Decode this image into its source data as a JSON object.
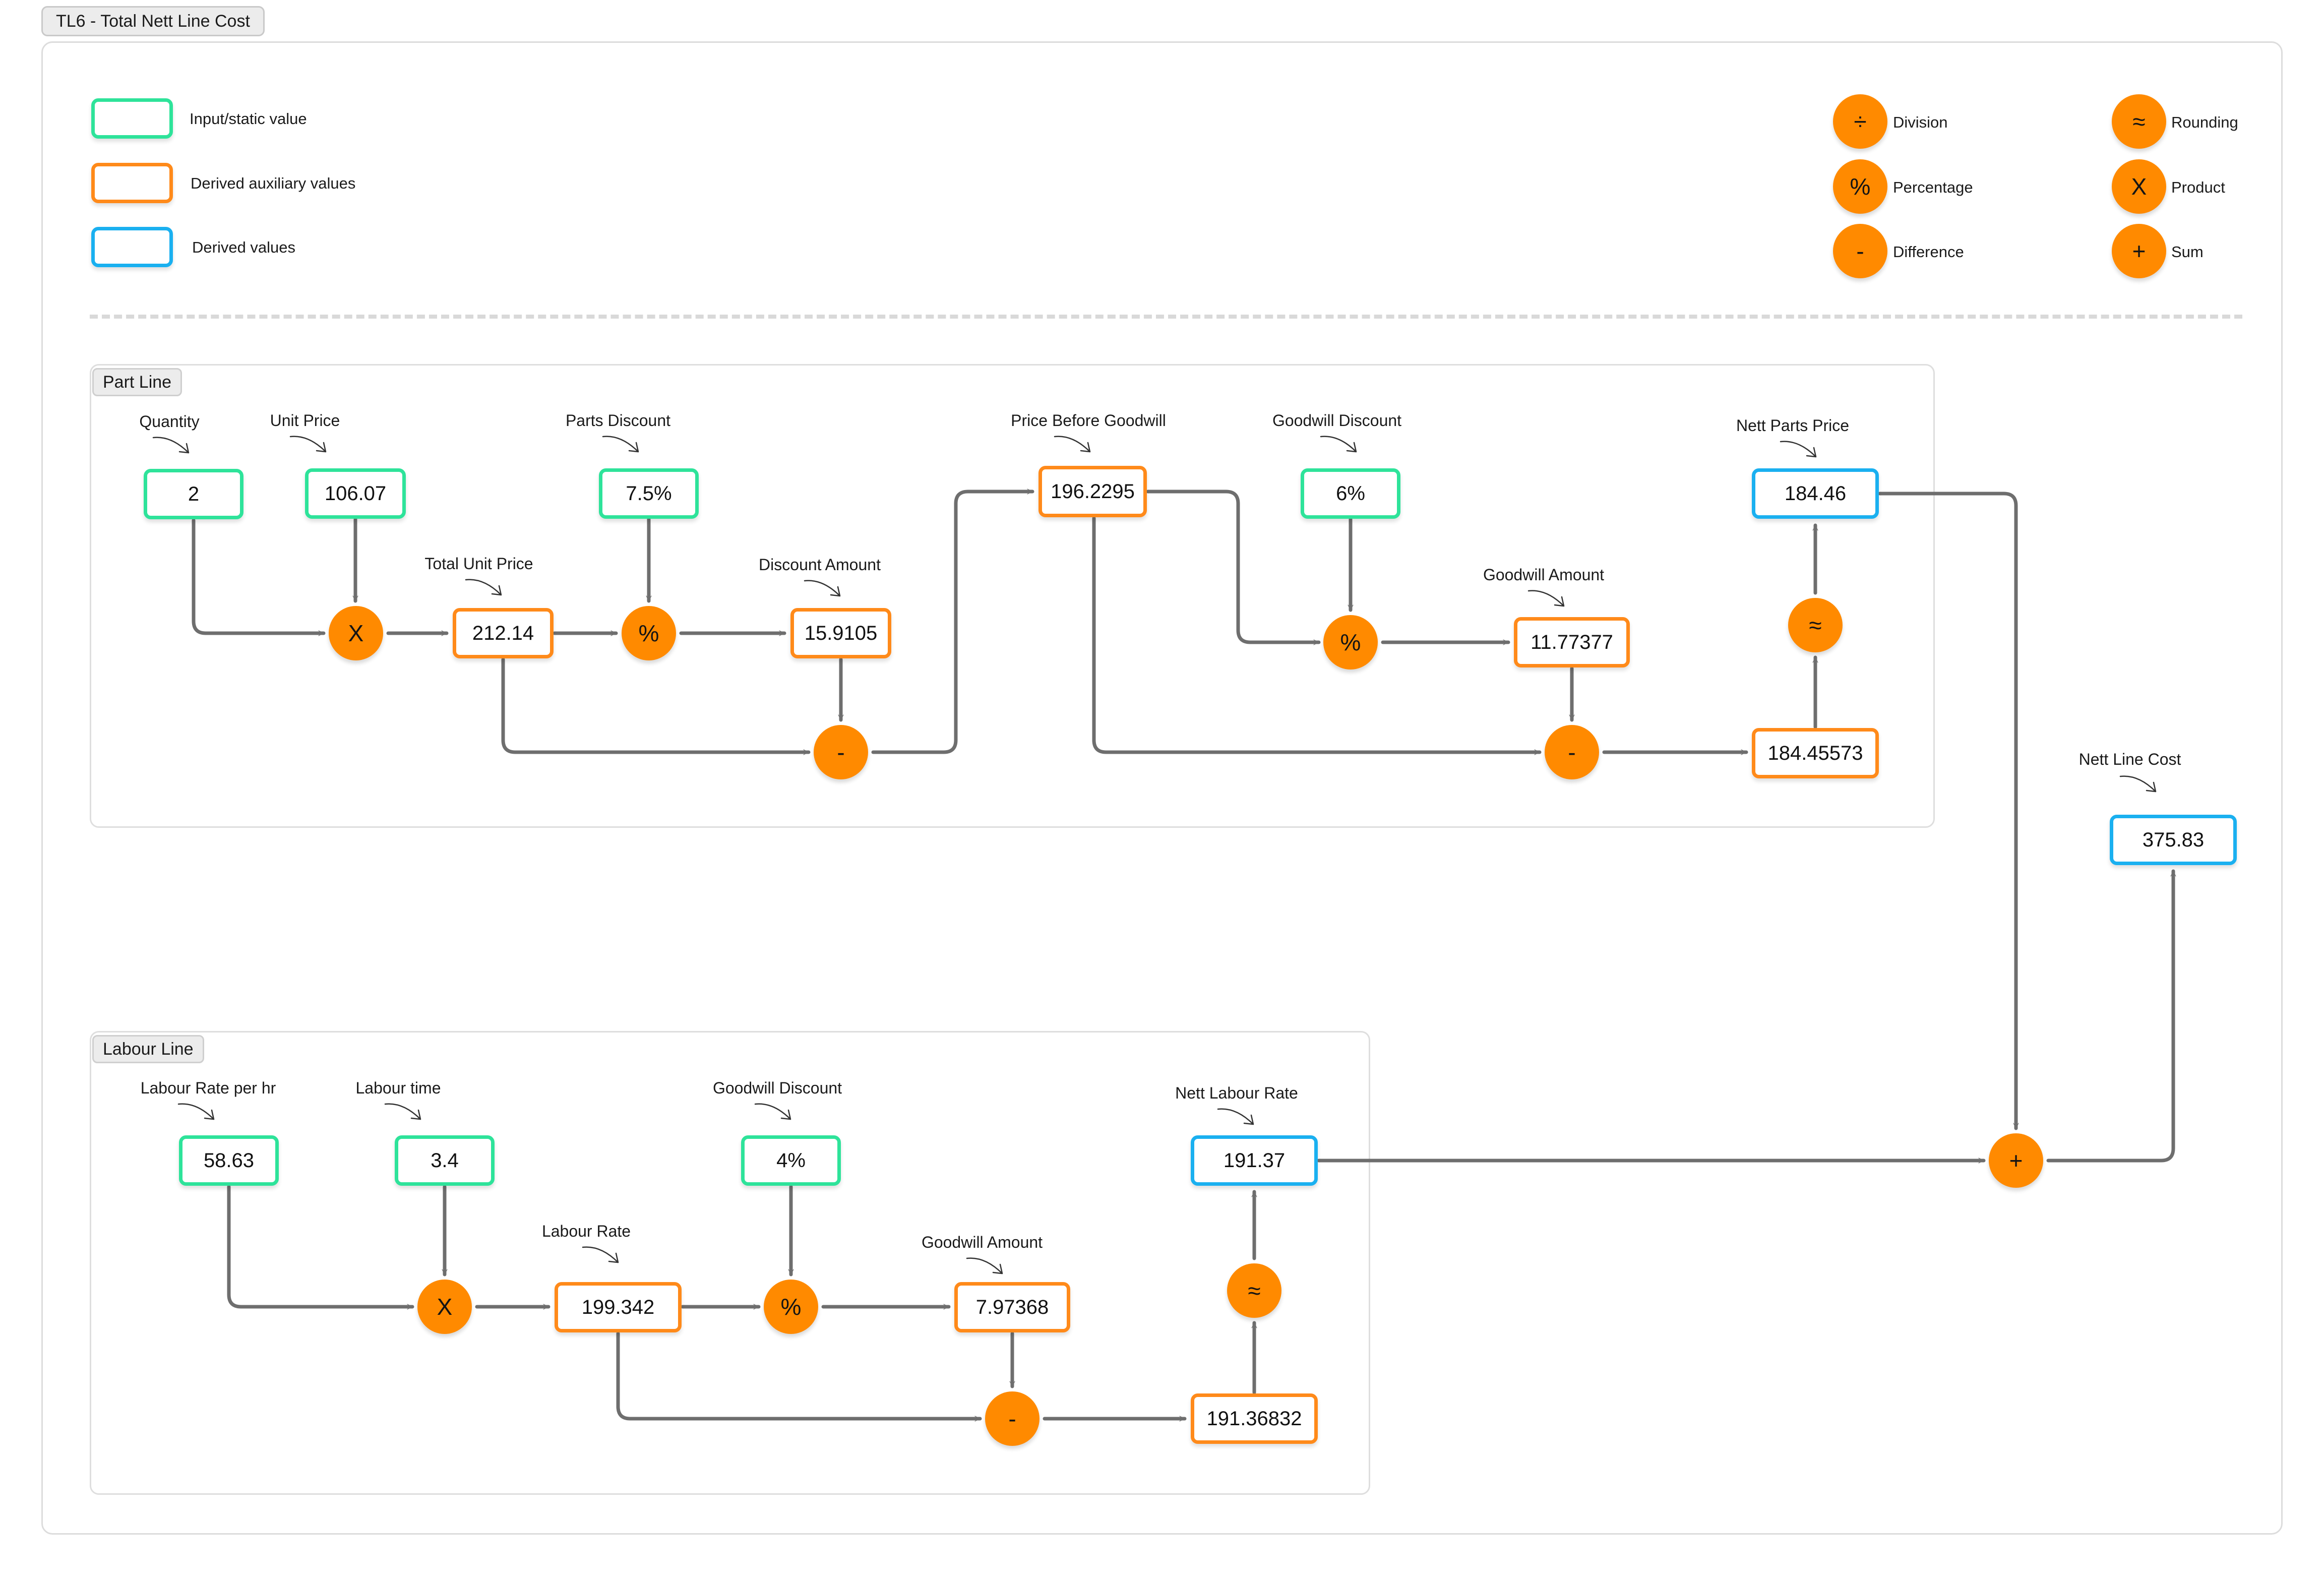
{
  "title": "TL6 - Total Nett Line Cost",
  "legend": {
    "input": "Input/static value",
    "aux": "Derived auxiliary values",
    "derived": "Derived values",
    "division": {
      "symbol": "÷",
      "label": "Division"
    },
    "percentage": {
      "symbol": "%",
      "label": "Percentage"
    },
    "difference": {
      "symbol": "-",
      "label": "Difference"
    },
    "rounding": {
      "symbol": "≈",
      "label": "Rounding"
    },
    "product": {
      "symbol": "X",
      "label": "Product"
    },
    "sum": {
      "symbol": "+",
      "label": "Sum"
    }
  },
  "colors": {
    "input": "#2ee39a",
    "aux": "#ff8a1a",
    "derived": "#1ab0f0",
    "operator": "#ff8a00",
    "wire": "#6e6e6e"
  },
  "part_line": {
    "title": "Part Line",
    "quantity": {
      "label": "Quantity",
      "value": "2"
    },
    "unit_price": {
      "label": "Unit Price",
      "value": "106.07"
    },
    "parts_discount": {
      "label": "Parts Discount",
      "value": "7.5%"
    },
    "total_unit_price": {
      "label": "Total Unit Price",
      "value": "212.14"
    },
    "discount_amount": {
      "label": "Discount Amount",
      "value": "15.9105"
    },
    "price_before_goodwill": {
      "label": "Price Before Goodwill",
      "value": "196.2295"
    },
    "goodwill_discount": {
      "label": "Goodwill Discount",
      "value": "6%"
    },
    "goodwill_amount": {
      "label": "Goodwill Amount",
      "value": "11.77377"
    },
    "unrounded_price": {
      "value": "184.45573"
    },
    "nett_parts_price": {
      "label": "Nett Parts Price",
      "value": "184.46"
    },
    "ops": {
      "product": "X",
      "percentage_1": "%",
      "difference_1": "-",
      "percentage_2": "%",
      "difference_2": "-",
      "rounding": "≈"
    }
  },
  "labour_line": {
    "title": "Labour Line",
    "labour_rate_per_hr": {
      "label": "Labour Rate per hr",
      "value": "58.63"
    },
    "labour_time": {
      "label": "Labour time",
      "value": "3.4"
    },
    "goodwill_discount": {
      "label": "Goodwill Discount",
      "value": "4%"
    },
    "labour_rate": {
      "label": "Labour Rate",
      "value": "199.342"
    },
    "goodwill_amount": {
      "label": "Goodwill Amount",
      "value": "7.97368"
    },
    "unrounded_rate": {
      "value": "191.36832"
    },
    "nett_labour_rate": {
      "label": "Nett Labour Rate",
      "value": "191.37"
    },
    "ops": {
      "product": "X",
      "percentage": "%",
      "difference": "-",
      "rounding": "≈"
    }
  },
  "sum_op": "+",
  "nett_line_cost": {
    "label": "Nett Line Cost",
    "value": "375.83"
  }
}
